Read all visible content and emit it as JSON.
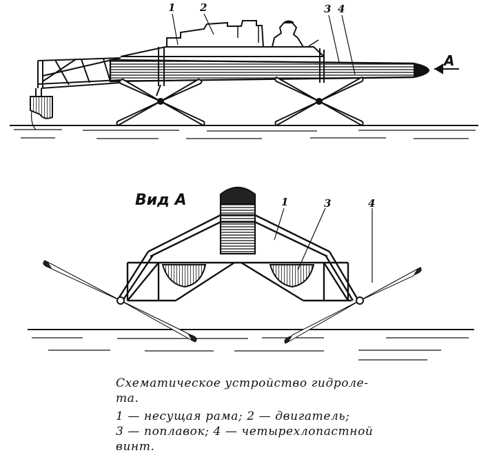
{
  "labels": {
    "side_1": "1",
    "side_2": "2",
    "side_3": "3",
    "side_4": "4",
    "arrow": "A",
    "view": "Вид А",
    "front_1": "1",
    "front_3": "3",
    "front_4": "4"
  },
  "caption": {
    "line1": "Схематическое устройство гидроле-",
    "line2": "та.",
    "line3": "1 — несущая  рама;  2 — двигатель;",
    "line4": "3 — поплавок; 4 — четырехлопастной",
    "line5": "винт."
  }
}
